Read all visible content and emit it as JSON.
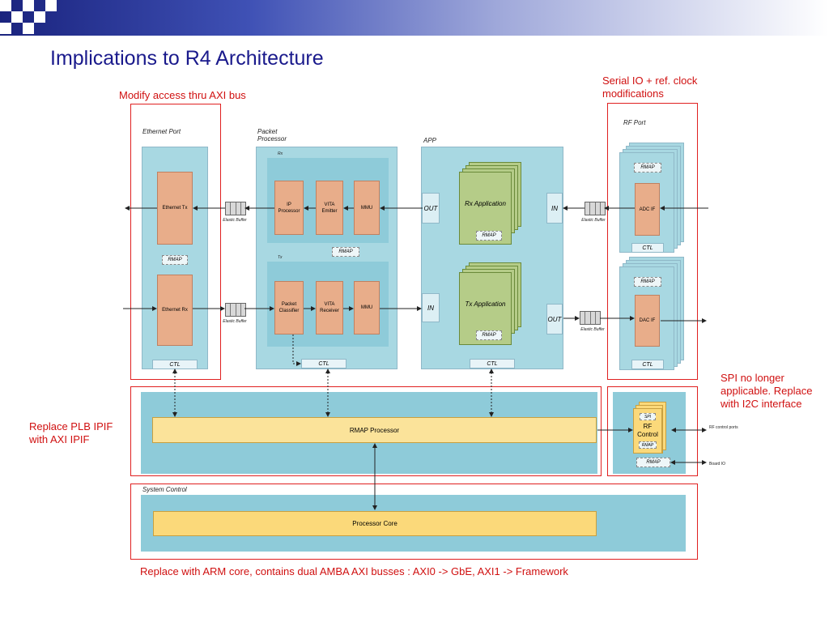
{
  "title": "Implications to R4 Architecture",
  "annotations": {
    "axi_bus": "Modify access thru AXI bus",
    "serial_io": "Serial IO + ref. clock modifications",
    "spi": "SPI no longer applicable. Replace with I2C interface",
    "plb": "Replace PLB IPIF with AXI IPIF",
    "arm": "Replace with ARM core, contains dual AMBA AXI busses : AXI0 -> GbE, AXI1 -> Framework"
  },
  "ethernet": {
    "label": "Ethernet Port",
    "tx": "Ethernet Tx",
    "rx": "Ethernet Rx",
    "rmap": "RMAP",
    "ctl": "CTL"
  },
  "packet": {
    "label": "Packet Processor",
    "rx_label": "Rx",
    "tx_label": "Tx",
    "ip": "IP Processor",
    "vita_emitter": "VITA Emitter",
    "mmu_rx": "MMU",
    "classifier": "Packet Classifier",
    "vita_receiver": "VITA Receiver",
    "mmu_tx": "MMU",
    "rmap": "RMAP",
    "ctl": "CTL"
  },
  "app": {
    "label": "APP",
    "out_left": "OUT",
    "in_left": "IN",
    "in_right": "IN",
    "out_right": "OUT",
    "rx_app": "Rx Application",
    "tx_app": "Tx Application",
    "rmap_rx": "RMAP",
    "rmap_tx": "RMAP",
    "ctl": "CTL"
  },
  "rf": {
    "label": "RF Port",
    "adc": "ADC IF",
    "dac": "DAC IF",
    "rmap1": "RMAP",
    "rmap2": "RMAP",
    "ctl1": "CTL",
    "ctl2": "CTL"
  },
  "buffers": {
    "b1": "Elastic Buffer",
    "b2": "Elastic Buffer",
    "b3": "Elastic Buffer",
    "b4": "Elastic Buffer"
  },
  "rmap_processor": "RMAP Processor",
  "rf_control": {
    "spi": "SPI",
    "label": "RF Control",
    "rmap": "RMAP",
    "rmap2": "RMAP",
    "ports": "RF control ports",
    "board_io": "Board IO"
  },
  "system_control": {
    "label": "System Control",
    "core": "Processor Core"
  }
}
